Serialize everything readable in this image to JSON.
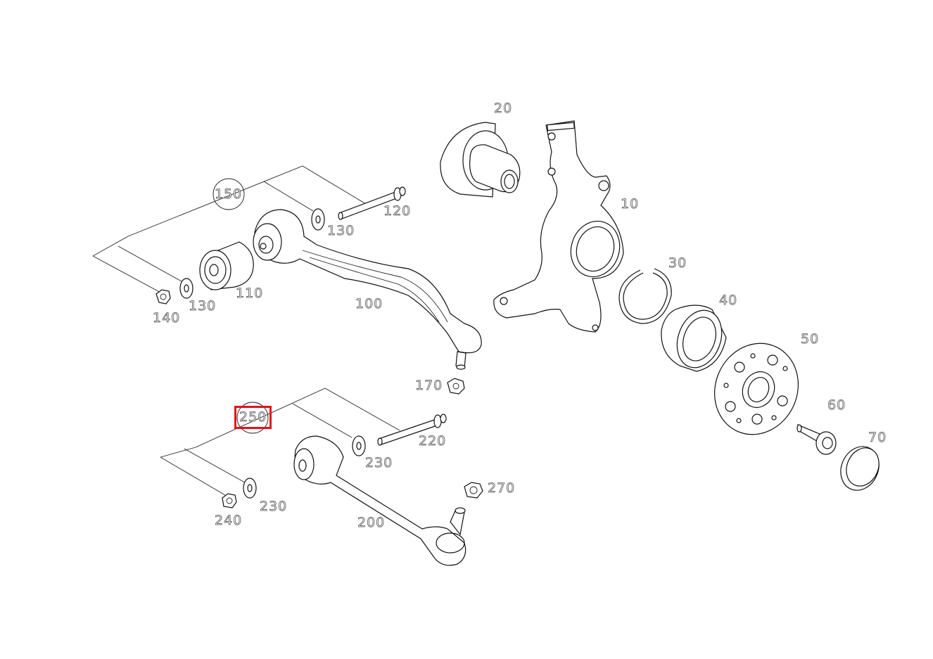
{
  "diagram": {
    "type": "exploded-parts-diagram",
    "subject": "front axle steering knuckle, wheel hub and control arms",
    "highlight": {
      "label": "250",
      "color": "#e8101a"
    },
    "parts": [
      {
        "id": "10",
        "label": "10",
        "name": "steering-knuckle"
      },
      {
        "id": "20",
        "label": "20",
        "name": "bushing-mount"
      },
      {
        "id": "30",
        "label": "30",
        "name": "circlip"
      },
      {
        "id": "40",
        "label": "40",
        "name": "wheel-bearing"
      },
      {
        "id": "50",
        "label": "50",
        "name": "wheel-hub"
      },
      {
        "id": "60",
        "label": "60",
        "name": "hub-bolt"
      },
      {
        "id": "70",
        "label": "70",
        "name": "dust-cap"
      },
      {
        "id": "100",
        "label": "100",
        "name": "upper-control-arm"
      },
      {
        "id": "110",
        "label": "110",
        "name": "control-arm-bushing"
      },
      {
        "id": "120",
        "label": "120",
        "name": "upper-arm-bolt"
      },
      {
        "id": "130a",
        "label": "130",
        "name": "washer-upper-inner"
      },
      {
        "id": "130b",
        "label": "130",
        "name": "washer-upper-outer"
      },
      {
        "id": "140",
        "label": "140",
        "name": "upper-arm-nut"
      },
      {
        "id": "150",
        "label": "150",
        "name": "upper-arm-kit-circle"
      },
      {
        "id": "170",
        "label": "170",
        "name": "ball-joint-nut-upper"
      },
      {
        "id": "200",
        "label": "200",
        "name": "lower-control-arm"
      },
      {
        "id": "220",
        "label": "220",
        "name": "lower-arm-bolt"
      },
      {
        "id": "230a",
        "label": "230",
        "name": "washer-lower-inner"
      },
      {
        "id": "230b",
        "label": "230",
        "name": "washer-lower-outer"
      },
      {
        "id": "240",
        "label": "240",
        "name": "lower-arm-nut"
      },
      {
        "id": "250",
        "label": "250",
        "name": "lower-arm-kit-circle"
      },
      {
        "id": "270",
        "label": "270",
        "name": "ball-joint-nut-lower"
      }
    ]
  }
}
